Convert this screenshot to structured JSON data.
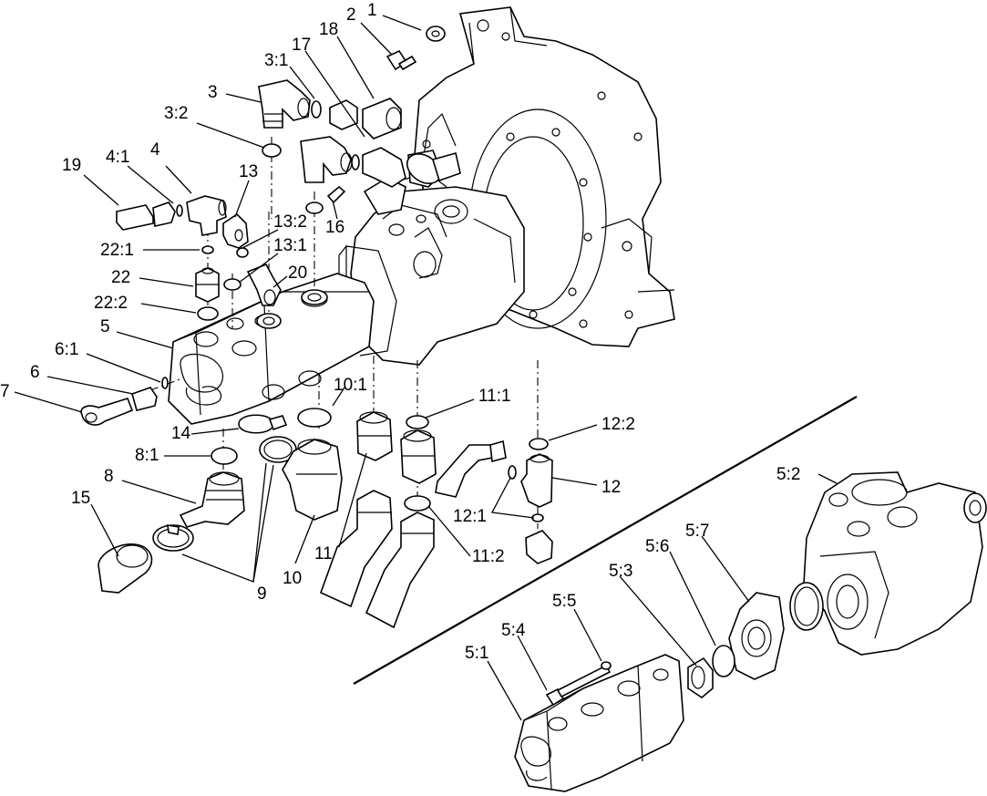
{
  "labels": {
    "p1": "1",
    "p2": "2",
    "p3": "3",
    "p3_1": "3:1",
    "p3_2": "3:2",
    "p4": "4",
    "p4_1": "4:1",
    "p5": "5",
    "p5_1": "5:1",
    "p5_2": "5:2",
    "p5_3": "5:3",
    "p5_4": "5:4",
    "p5_5": "5:5",
    "p5_6": "5:6",
    "p5_7": "5:7",
    "p6": "6",
    "p6_1": "6:1",
    "p7": "7",
    "p8": "8",
    "p8_1": "8:1",
    "p9": "9",
    "p10": "10",
    "p10_1": "10:1",
    "p11": "11",
    "p11_1": "11:1",
    "p11_2": "11:2",
    "p12": "12",
    "p12_1": "12:1",
    "p12_2": "12:2",
    "p13": "13",
    "p13_1": "13:1",
    "p13_2": "13:2",
    "p14": "14",
    "p15": "15",
    "p16": "16",
    "p17": "17",
    "p18": "18",
    "p19": "19",
    "p20": "20",
    "p22": "22",
    "p22_1": "22:1",
    "p22_2": "22:2"
  }
}
